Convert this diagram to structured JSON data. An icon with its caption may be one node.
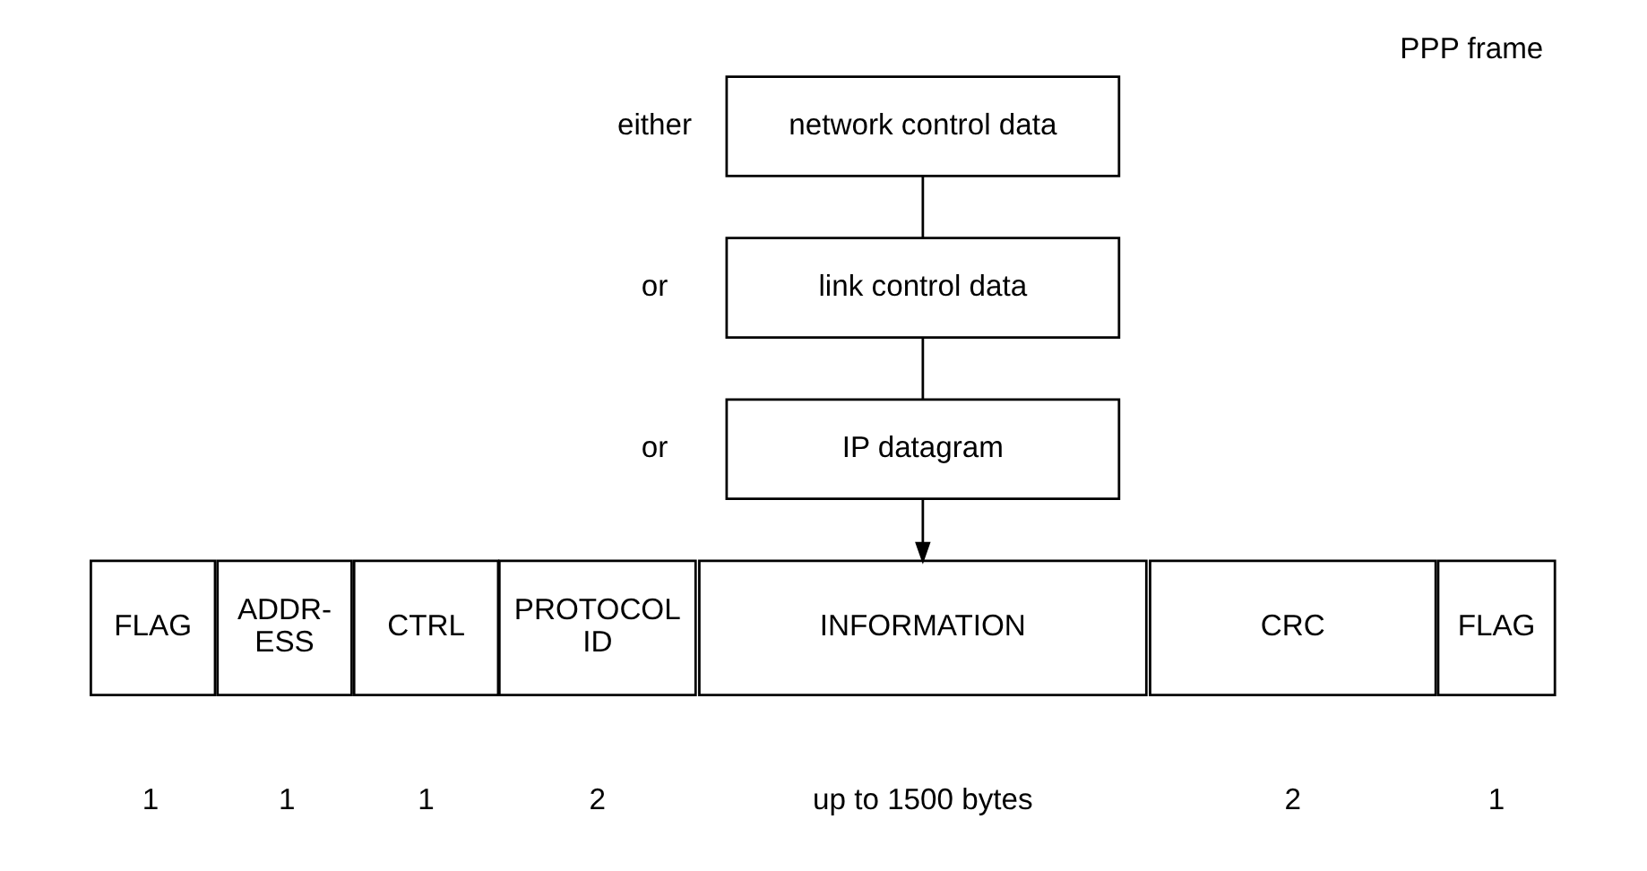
{
  "diagram": {
    "title": "PPP frame",
    "nodes": [
      {
        "text": [
          "network control data"
        ],
        "beside": [
          "either"
        ]
      },
      {
        "text": [
          "link control data"
        ],
        "beside": [
          "or"
        ]
      },
      {
        "text": [
          "IP datagram"
        ],
        "beside": [
          "or"
        ]
      },
      {
        "text": [
          "FLAG"
        ],
        "beside": [
          "1"
        ]
      },
      {
        "text": [
          "ADDR- ESS"
        ],
        "beside": [
          "1"
        ]
      },
      {
        "text": [
          "CTRL"
        ],
        "beside": [
          "1"
        ]
      },
      {
        "text": [
          "PROTOCOL ID"
        ],
        "beside": [
          "2"
        ]
      },
      {
        "text": [
          "INFORMATION"
        ],
        "beside": [
          "up to 1500 bytes"
        ]
      },
      {
        "text": [
          "CRC"
        ],
        "beside": [
          "2"
        ]
      },
      {
        "text": [
          "FLAG"
        ],
        "beside": [
          "1"
        ]
      }
    ],
    "edges": [
      {
        "from": 0,
        "to": 1,
        "arrow": "none"
      },
      {
        "from": 1,
        "to": 2,
        "arrow": "none"
      },
      {
        "from": 2,
        "to": 7,
        "arrow": "to"
      }
    ]
  }
}
